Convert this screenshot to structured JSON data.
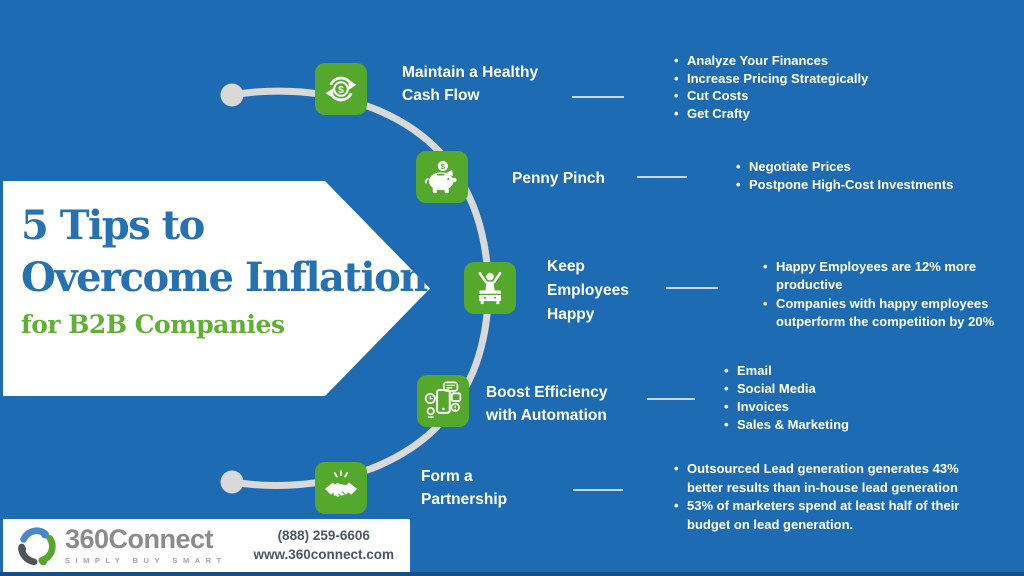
{
  "colors": {
    "background": "#1d6bb3",
    "tile_green": "#54a82b",
    "title_blue": "#2571b2",
    "subtitle_green": "#5db231",
    "curve_gray": "#d9d9da",
    "text_white": "#ffffff",
    "footer_text": "#4b5563",
    "logo_gray": "#8b8b8b"
  },
  "banner": {
    "title_line1": "5 Tips to",
    "title_line2": "Overcome Inflation",
    "subtitle": "for B2B Companies"
  },
  "tips": [
    {
      "icon": "cash-flow-cycle-icon",
      "title_lines": [
        "Maintain a Healthy",
        "Cash Flow"
      ],
      "bullets": [
        "Analyze Your Finances",
        "Increase Pricing Strategically",
        "Cut Costs",
        "Get Crafty"
      ]
    },
    {
      "icon": "piggy-bank-icon",
      "title_lines": [
        "Penny Pinch"
      ],
      "bullets": [
        "Negotiate Prices",
        "Postpone High-Cost Investments"
      ]
    },
    {
      "icon": "happy-employee-icon",
      "title_lines": [
        "Keep",
        "Employees",
        "Happy"
      ],
      "bullets": [
        "Happy Employees are 12% more productive",
        "Companies with happy employees outperform the competition by 20%"
      ]
    },
    {
      "icon": "automation-devices-icon",
      "title_lines": [
        "Boost Efficiency",
        "with Automation"
      ],
      "bullets": [
        "Email",
        "Social Media",
        "Invoices",
        "Sales & Marketing"
      ]
    },
    {
      "icon": "handshake-icon",
      "title_lines": [
        "Form a",
        "Partnership"
      ],
      "bullets": [
        "Outsourced Lead generation generates 43% better results than in-house lead generation",
        "53% of marketers spend at least half of their budget on lead generation."
      ]
    }
  ],
  "footer": {
    "brand": "360Connect",
    "tagline": "SIMPLY BUY SMART",
    "phone": "(888) 259-6606",
    "website": "www.360connect.com"
  }
}
